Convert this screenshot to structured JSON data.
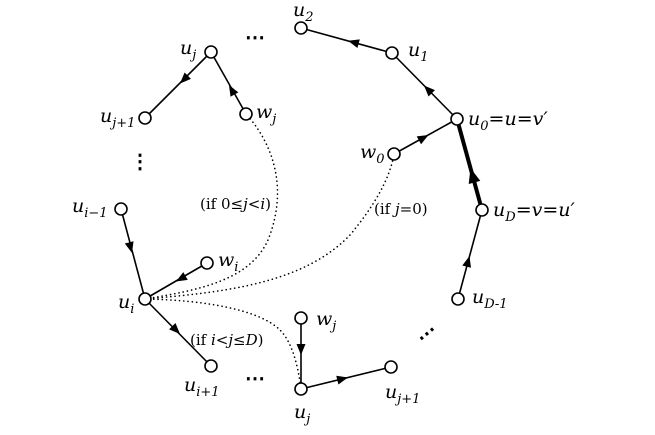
{
  "nodes": {
    "u2": {
      "base": "u",
      "sub": "2",
      "rest": ""
    },
    "u1": {
      "base": "u",
      "sub": "1",
      "rest": ""
    },
    "u0": {
      "base": "u",
      "sub": "0",
      "rest": "=u=v′"
    },
    "w0": {
      "base": "w",
      "sub": "0",
      "rest": ""
    },
    "uD": {
      "base": "u",
      "sub": "D",
      "rest": "=v=u′"
    },
    "uD1": {
      "base": "u",
      "sub": "D-1",
      "rest": ""
    },
    "uj_top": {
      "base": "u",
      "sub": "j",
      "rest": ""
    },
    "uj1_top": {
      "base": "u",
      "sub": "j+1",
      "rest": ""
    },
    "wj_top": {
      "base": "w",
      "sub": "j",
      "rest": ""
    },
    "ui_1": {
      "base": "u",
      "sub": "i−1",
      "rest": ""
    },
    "wi": {
      "base": "w",
      "sub": "i",
      "rest": ""
    },
    "ui": {
      "base": "u",
      "sub": "i",
      "rest": ""
    },
    "ui1": {
      "base": "u",
      "sub": "i+1",
      "rest": ""
    },
    "wj_bot": {
      "base": "w",
      "sub": "j",
      "rest": ""
    },
    "uj_bot": {
      "base": "u",
      "sub": "j",
      "rest": ""
    },
    "uj1_bot": {
      "base": "u",
      "sub": "j+1",
      "rest": ""
    }
  },
  "conditions": {
    "top": {
      "pre": "(if 0≤",
      "var1": "j",
      "mid": "<",
      "var2": "i",
      "post": ")"
    },
    "mid": {
      "pre": "(if ",
      "var1": "j",
      "mid": "=0",
      "var2": "",
      "post": ")"
    },
    "bot": {
      "pre": "(if ",
      "var1": "i",
      "mid": "<",
      "var2": "j",
      "mid2": "≤",
      "var3": "D",
      "post": ")"
    }
  },
  "ellipsis": "⋯",
  "ellipsis_v": "⋮"
}
